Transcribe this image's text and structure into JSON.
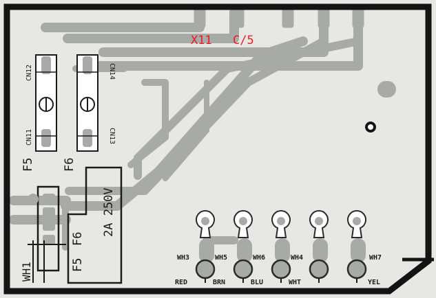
{
  "board": {
    "colors": {
      "background": "#ffffff",
      "substrate": "#e7e7e3",
      "trace": "#a8aaa8",
      "outline": "#141414",
      "silkscreen": "#1a1a1a",
      "red_label": "#e81c26",
      "pad_edge": "#2a2a2a"
    },
    "labels": {
      "x11": "X11",
      "c5": "C/5"
    },
    "fuse_holders": {
      "left_top": "CN12",
      "left_bottom": "CN11",
      "right_top": "CN14",
      "right_bottom": "CN13",
      "f5": "F5",
      "f6": "F6"
    },
    "fuse_block": {
      "rating": "2A  250V",
      "f6": "F6",
      "f5": "F5"
    },
    "connector": {
      "label": "WH1"
    },
    "wire_terminals": [
      {
        "id": "WH3",
        "color": "RED"
      },
      {
        "id": "WH5",
        "color": "BRN"
      },
      {
        "id": "WH6",
        "color": "BLU"
      },
      {
        "id": "WH4",
        "color": "WHT"
      },
      {
        "id": "WH7",
        "color": "YEL"
      }
    ]
  }
}
